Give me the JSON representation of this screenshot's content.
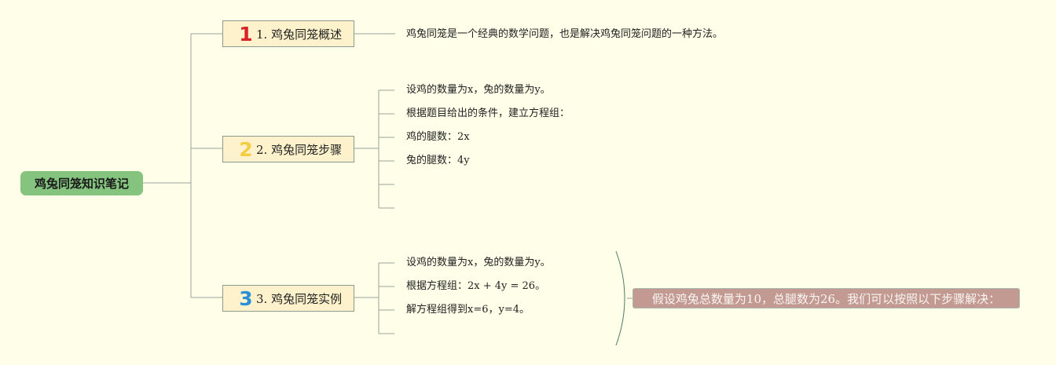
{
  "root": {
    "label": "鸡兔同笼知识笔记",
    "color": "#84c47e"
  },
  "branches": [
    {
      "number": "1",
      "number_color": "#d8232a",
      "label": "1. 鸡兔同笼概述",
      "leaves": [
        "鸡兔同笼是一个经典的数学问题，也是解决鸡兔同笼问题的一种方法。"
      ]
    },
    {
      "number": "2",
      "number_color": "#f3cd43",
      "label": "2. 鸡兔同笼步骤",
      "leaves": [
        "设鸡的数量为x，兔的数量为y。",
        "根据题目给出的条件，建立方程组：",
        "鸡的腿数：2x",
        "兔的腿数：4y",
        "",
        ""
      ]
    },
    {
      "number": "3",
      "number_color": "#2a8fd6",
      "label": "3. 鸡兔同笼实例",
      "leaves": [
        "设鸡的数量为x，兔的数量为y。",
        "根据方程组：2x + 4y = 26。",
        "解方程组得到x=6，y=4。",
        ""
      ],
      "summary": "假设鸡兔总数量为10，总腿数为26。我们可以按照以下步骤解决："
    }
  ],
  "colors": {
    "background": "#fefee9",
    "branch_fill": "#fdf2cc",
    "summary_fill": "#c29a92",
    "line": "#9aa49a"
  }
}
